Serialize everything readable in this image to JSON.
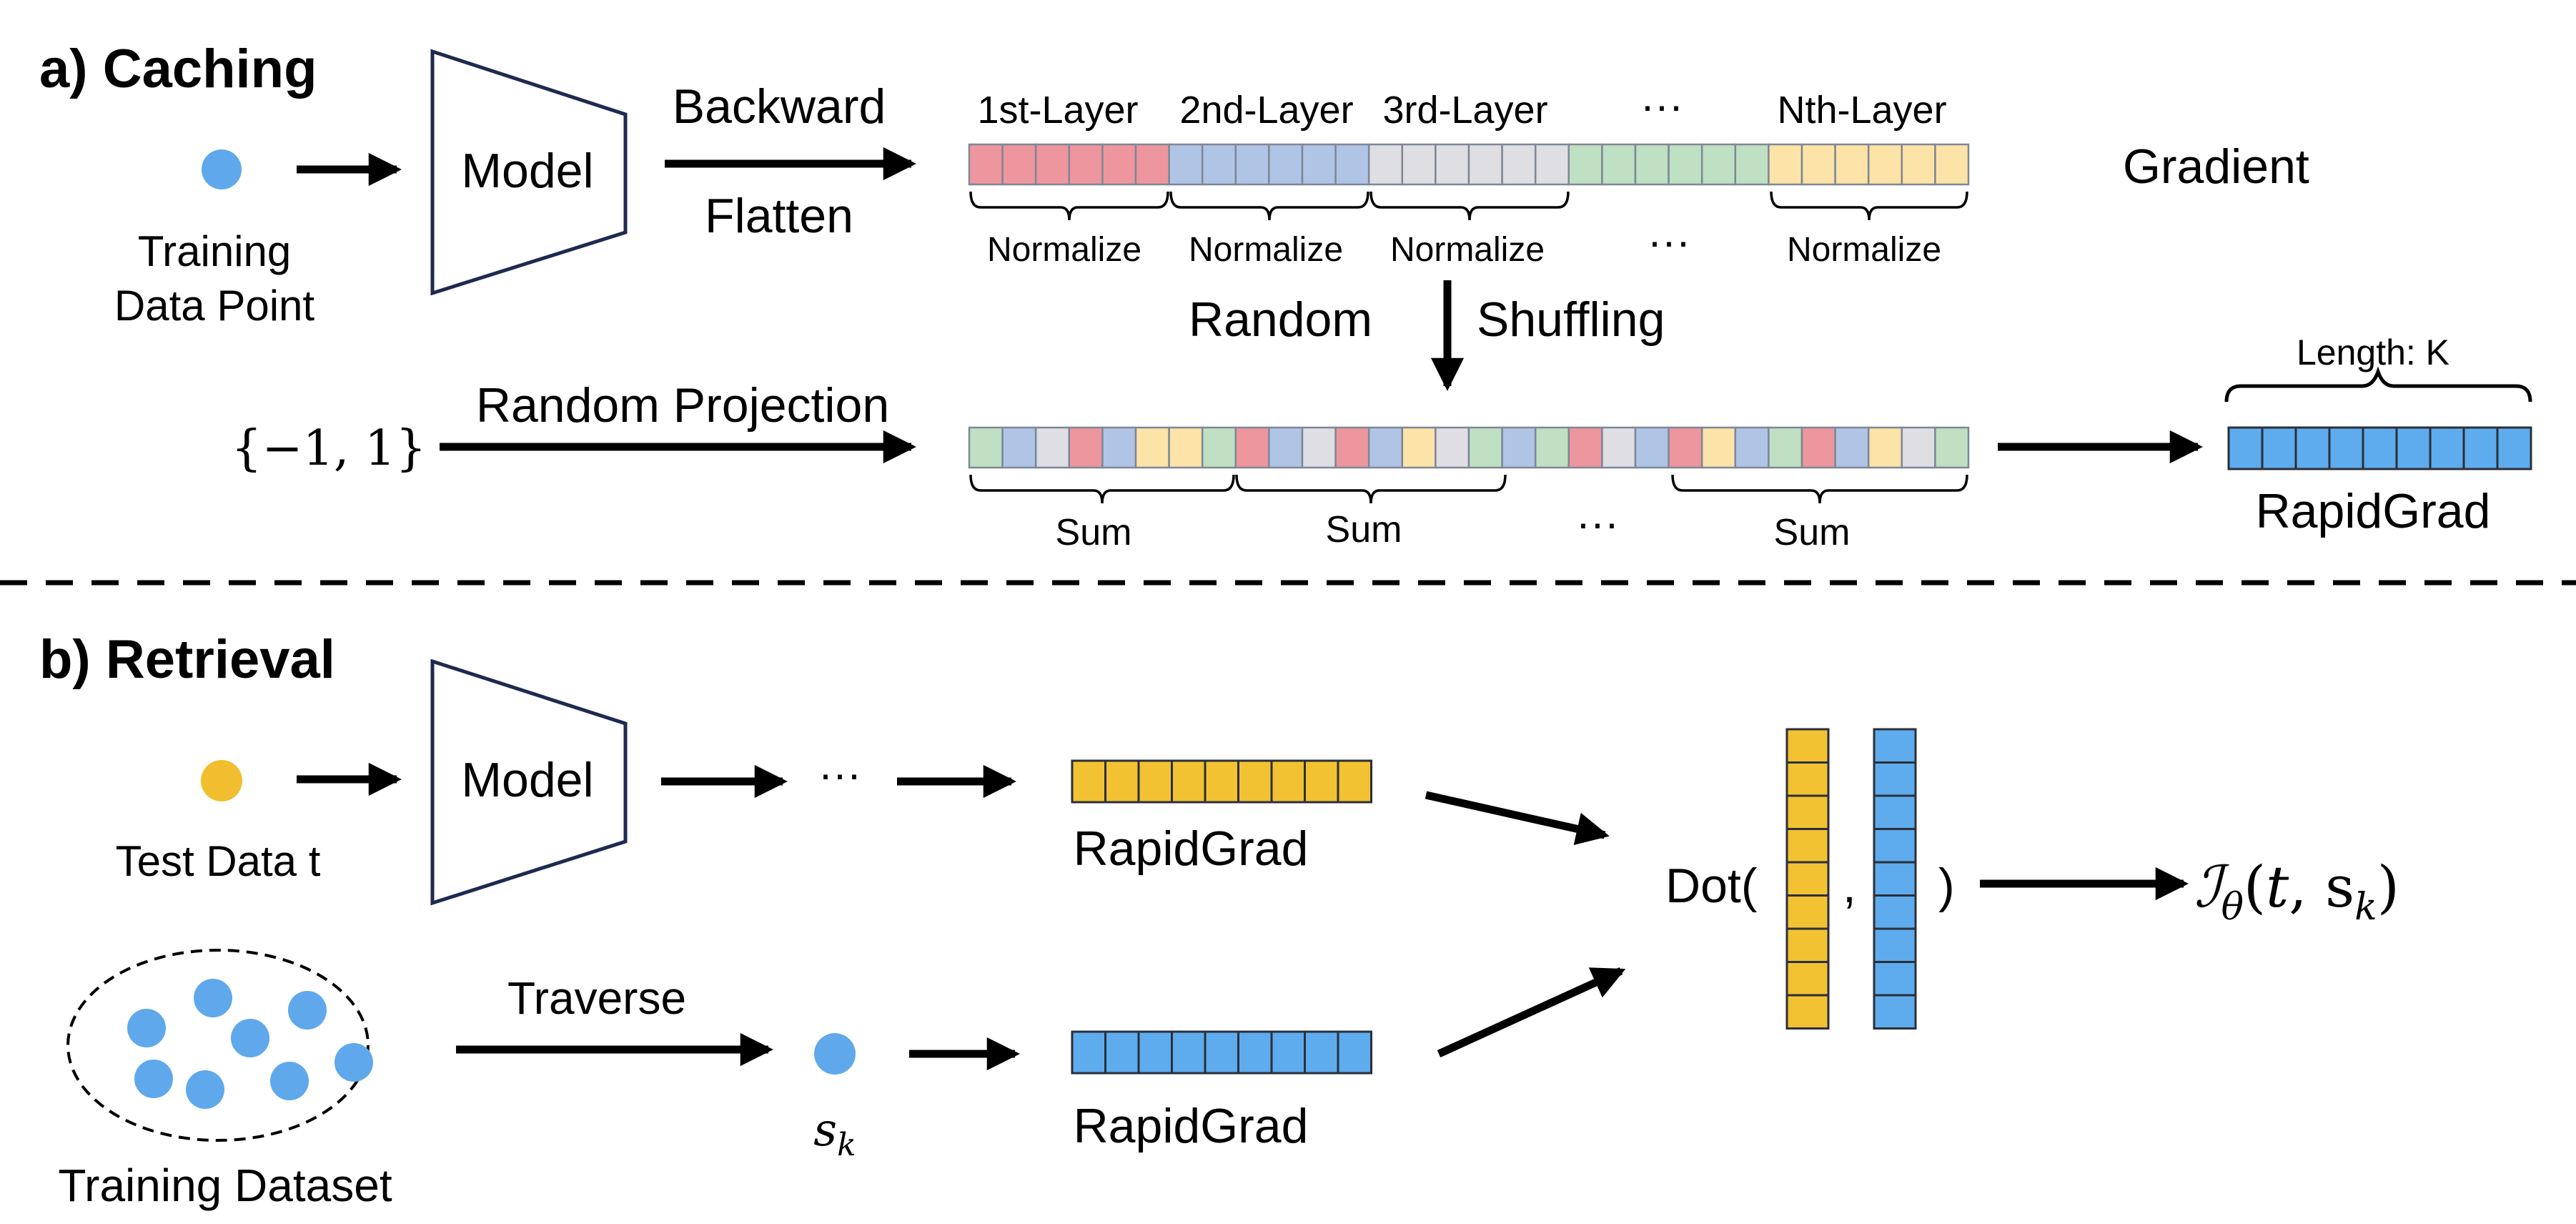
{
  "colors": {
    "red": "#EE969E",
    "blue": "#B0C4E6",
    "gray": "#DEDEE3",
    "green": "#BFE0C3",
    "yellow": "#FCE3A7",
    "cell_border": "#7E8796",
    "model_stroke": "#1E2A4F",
    "dot_blue": "#5FA8EB",
    "dot_yellow": "#F0BE2E",
    "rapid_blue": "#5EACED",
    "rapid_yellow": "#F2C232",
    "cell_stroke_dark": "#2B2F3A"
  },
  "caching": {
    "title": "a) Caching",
    "training_label_1": "Training",
    "training_label_2": "Data Point",
    "model_label": "Model",
    "backward_label": "Backward",
    "flatten_label": "Flatten",
    "layer_labels": [
      "1st-Layer",
      "2nd-Layer",
      "3rd-Layer",
      "Nth-Layer"
    ],
    "layer_ellipsis": "···",
    "gradient_label": "Gradient",
    "normalize_label": "Normalize",
    "normalize_ellipsis": "···",
    "random_label": "Random",
    "shuffling_label": "Shuffling",
    "set_label": "{−1, 1}",
    "random_projection_label": "Random Projection",
    "sum_label": "Sum",
    "sum_ellipsis": "···",
    "length_label": "Length: K",
    "rapidgrad_label": "RapidGrad",
    "gradient_colors": [
      "red",
      "red",
      "red",
      "red",
      "red",
      "red",
      "blue",
      "blue",
      "blue",
      "blue",
      "blue",
      "blue",
      "gray",
      "gray",
      "gray",
      "gray",
      "gray",
      "gray",
      "green",
      "green",
      "green",
      "green",
      "green",
      "green",
      "yellow",
      "yellow",
      "yellow",
      "yellow",
      "yellow",
      "yellow"
    ],
    "shuffled_colors": [
      "green",
      "blue",
      "gray",
      "red",
      "blue",
      "yellow",
      "yellow",
      "green",
      "red",
      "blue",
      "gray",
      "red",
      "blue",
      "yellow",
      "gray",
      "green",
      "blue",
      "green",
      "red",
      "gray",
      "blue",
      "red",
      "yellow",
      "blue",
      "green",
      "red",
      "blue",
      "yellow",
      "gray",
      "green"
    ],
    "rapid_cell_count": 9
  },
  "retrieval": {
    "title": "b) Retrieval",
    "test_label": "Test Data t",
    "model_label": "Model",
    "ellipsis": "···",
    "rapidgrad_top_label": "RapidGrad",
    "rapidgrad_bottom_label": "RapidGrad",
    "traverse_label": "Traverse",
    "sk_label": "s_k",
    "training_dataset_label": "Training Dataset",
    "dot_open": "Dot(",
    "dot_comma": ",",
    "dot_close": ")",
    "influence_label": "𝓘θ(t, s_k)",
    "rapid_cell_count": 9,
    "vector_cell_count": 9
  }
}
